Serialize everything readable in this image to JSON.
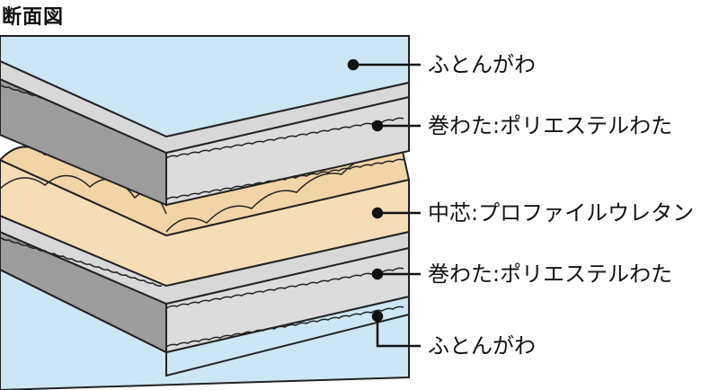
{
  "title": "断面図",
  "labels": [
    "ふとんがわ",
    "巻わた:ポリエステルわた",
    "中芯:プロファイルウレタン",
    "巻わた:ポリエステルわた",
    "ふとんがわ"
  ],
  "colors": {
    "cover": "#cde6f3",
    "batting_face": "#dcdcdc",
    "batting_side": "#9c9c9c",
    "urethane_face": "#f2d4a6",
    "urethane_side": "#f5deb6",
    "outline": "#222222"
  }
}
